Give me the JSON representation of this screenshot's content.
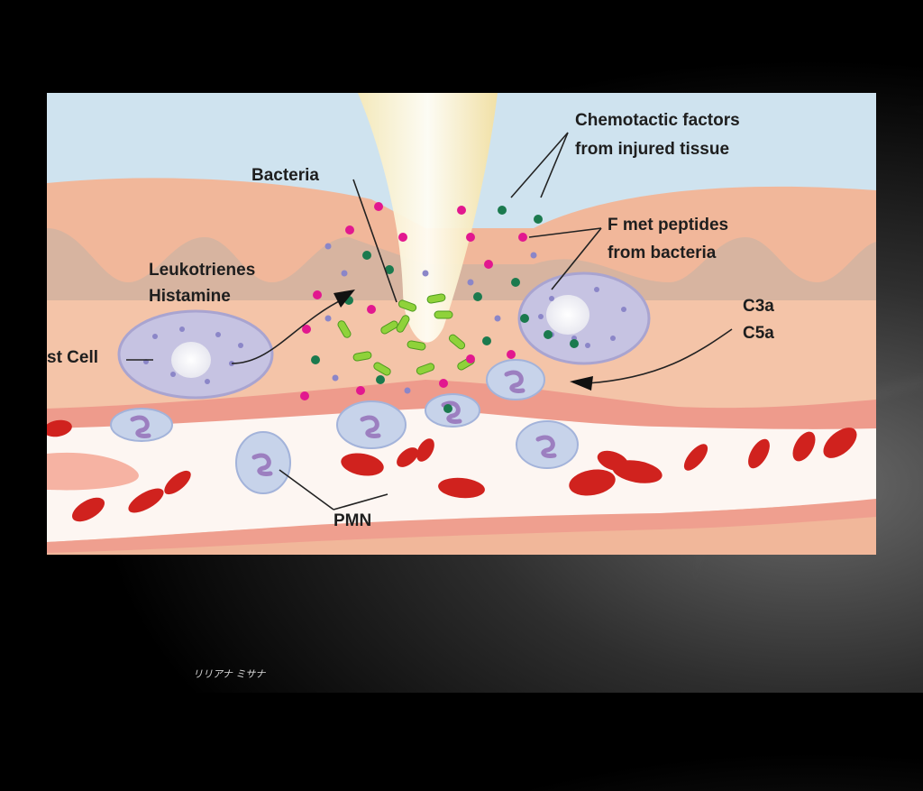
{
  "slide": {
    "figure": {
      "labels": {
        "bacteria": "Bacteria",
        "chemotactic_line1": "Chemotactic factors",
        "chemotactic_line2": "from injured tissue",
        "fmet_line1": "F met peptides",
        "fmet_line2": "from bacteria",
        "leukotrienes": "Leukotrienes",
        "histamine": "Histamine",
        "mast_cell": "st Cell",
        "c3a": "C3a",
        "c5a": "C5a",
        "pmn": "PMN"
      },
      "colors": {
        "sky": "#cfe3ef",
        "tissue": "#f4c0a4",
        "dermis": "#d9b6a4",
        "mast_cell": "#c6c3e2",
        "pmn": "#c7d3ea",
        "red_cell": "#d0221e",
        "bacteria": "#8fd23a",
        "magenta_dot": "#e2188f",
        "green_dot": "#1b7a4e",
        "purple_dot": "#8b86c8"
      }
    },
    "footer": "リリアナ ミサナ"
  }
}
